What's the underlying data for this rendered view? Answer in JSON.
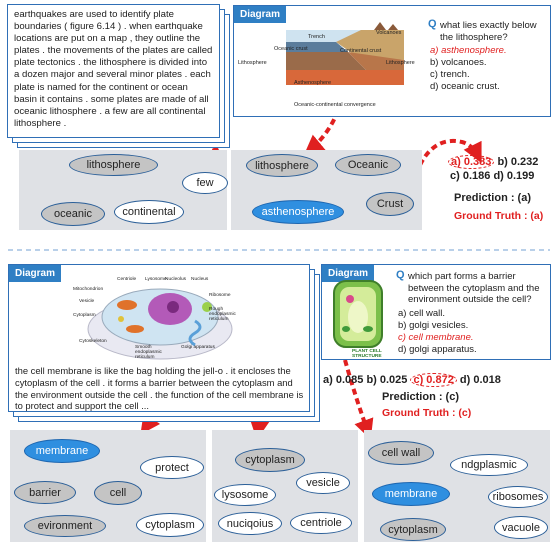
{
  "top": {
    "passage": "earthquakes are used to identify plate boundaries ( figure 6.14 ) . when earthquake locations are put on a map , they outline the plates . the movements of the plates are called plate tectonics . the lithosphere is divided into a dozen major and several minor plates . each plate is named for the continent or ocean basin it contains . some plates are made of all oceanic lithosphere . a few are all continental lithosphere .",
    "diagram_tag": "Diagram",
    "figure_labels": {
      "trench": "Trench",
      "volcanoes": "Volcanoes",
      "oceanic_crust": "Oceanic crust",
      "continental_crust": "Continental crust",
      "lithosphere_left": "Lithosphere",
      "lithosphere_right": "Lithosphere",
      "asthenosphere": "Asthenosphere",
      "caption": "Oceanic-continental convergence"
    },
    "question_mark": "Q",
    "question": "what lies exactly below the lithosphere?",
    "options": [
      "a) asthenosphere.",
      "b) volcanoes.",
      "c) trench.",
      "d) oceanic crust."
    ],
    "answer_index": 0,
    "graph_text_nodes": [
      "lithosphere",
      "few",
      "oceanic",
      "continental"
    ],
    "graph_diagram_nodes": [
      "lithosphere",
      "Oceanic",
      "asthenosphere",
      "Crust"
    ],
    "scores": {
      "row1": {
        "a": "a) 0.383",
        "b": "b) 0.232"
      },
      "row2": {
        "c": "c) 0.186",
        "d": "d) 0.199"
      }
    },
    "prediction": "Prediction : (a)",
    "ground_truth": "Ground Truth : (a)"
  },
  "bottom": {
    "diagram_tag_left": "Diagram",
    "cell_labels": [
      "Centriole",
      "Lysosome",
      "Nucleolus",
      "Nucleus",
      "Mitochondrion",
      "Vesicle",
      "Ribosome",
      "Cytoplasm",
      "Rough endoplasmic reticulum",
      "Cytoskeleton",
      "Smooth endoplasmic reticulum",
      "Golgi apparatus"
    ],
    "passage": "the cell membrane is like the bag holding the jell-o . it encloses the cytoplasm of the cell . it forms a barrier between the cytoplasm and the environment outside the cell . the function of the cell membrane is to protect and support the cell ...",
    "diagram_tag_right": "Diagram",
    "plant_cell_caption": "PLANT CELL STRUCTURE",
    "question_mark": "Q",
    "question": "which part forms a barrier between the cytoplasm and the environment outside the cell?",
    "options": [
      "a) cell wall.",
      "b) golgi vesicles.",
      "c) cell membrane.",
      "d) golgi apparatus."
    ],
    "answer_index": 2,
    "scores": {
      "a": "a) 0.085",
      "b": "b) 0.025",
      "c": "c) 0.872",
      "d": "d) 0.018"
    },
    "prediction": "Prediction : (c)",
    "ground_truth": "Ground Truth : (c)",
    "graph1_nodes": [
      "membrane",
      "protect",
      "barrier",
      "cell",
      "evironment",
      "cytoplasm"
    ],
    "graph2_nodes": [
      "cytoplasm",
      "lysosome",
      "vesicle",
      "nuciqoius",
      "centriole"
    ],
    "graph3_nodes": [
      "cell wall",
      "ndgplasmic",
      "membrane",
      "ribosomes",
      "cytoplasm",
      "vacuole"
    ]
  },
  "colors": {
    "accent_blue": "#2f7fc4",
    "node_blue": "#2f8fe0",
    "node_gray": "#c4c4c4",
    "answer_red": "#e02020",
    "panel_gray": "#dfe1e5"
  }
}
